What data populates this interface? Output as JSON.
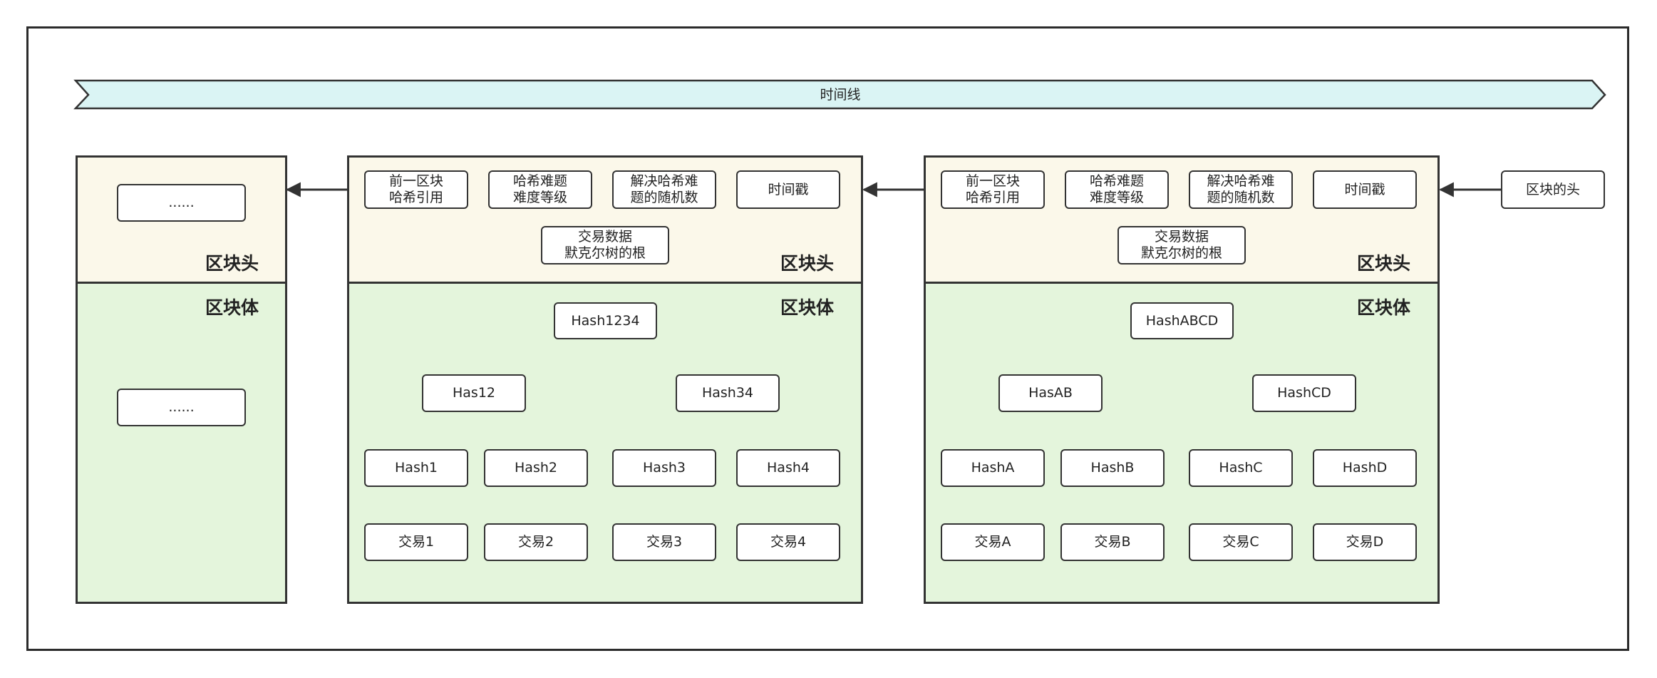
{
  "timeline": {
    "label": "时间线"
  },
  "section_labels": {
    "header": "区块头",
    "body": "区块体"
  },
  "blocks": [
    {
      "header_fields": [
        "......"
      ],
      "body_fields": [
        "......"
      ]
    },
    {
      "header_fields": [
        "前一区块\n哈希引用",
        "哈希难题\n难度等级",
        "解决哈希难\n题的随机数",
        "时间戳"
      ],
      "merkle_root_label": "交易数据\n默克尔树的根",
      "root": "Hash1234",
      "level2": [
        "Has12",
        "Hash34"
      ],
      "level1": [
        "Hash1",
        "Hash2",
        "Hash3",
        "Hash4"
      ],
      "transactions": [
        "交易1",
        "交易2",
        "交易3",
        "交易4"
      ]
    },
    {
      "header_fields": [
        "前一区块\n哈希引用",
        "哈希难题\n难度等级",
        "解决哈希难\n题的随机数",
        "时间戳"
      ],
      "merkle_root_label": "交易数据\n默克尔树的根",
      "root": "HashABCD",
      "level2": [
        "HasAB",
        "HashCD"
      ],
      "level1": [
        "HashA",
        "HashB",
        "HashC",
        "HashD"
      ],
      "transactions": [
        "交易A",
        "交易B",
        "交易C",
        "交易D"
      ]
    }
  ],
  "chain_head": {
    "label": "区块的头"
  },
  "colors": {
    "header_fill": "#fbf8ea",
    "body_fill": "#e4f5dc",
    "timeline_fill": "#daf4f4",
    "stroke": "#333333"
  }
}
